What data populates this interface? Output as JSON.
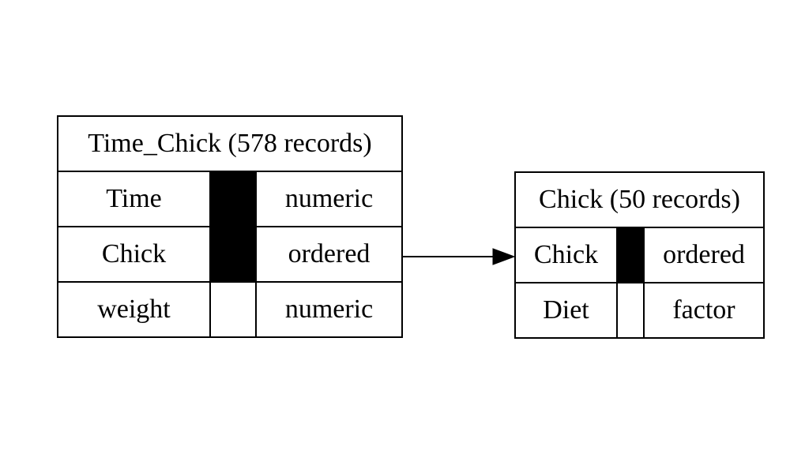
{
  "tables": [
    {
      "id": "time-chick",
      "title": "Time_Chick (578 records)",
      "columns": [
        {
          "name": "Time",
          "key": true,
          "type": "numeric"
        },
        {
          "name": "Chick",
          "key": true,
          "type": "ordered"
        },
        {
          "name": "weight",
          "key": false,
          "type": "numeric"
        }
      ]
    },
    {
      "id": "chick",
      "title": "Chick (50 records)",
      "columns": [
        {
          "name": "Chick",
          "key": true,
          "type": "ordered"
        },
        {
          "name": "Diet",
          "key": false,
          "type": "factor"
        }
      ]
    }
  ],
  "relations": [
    {
      "from_table": "Time_Chick",
      "from_column": "Chick",
      "to_table": "Chick",
      "to_column": "Chick"
    }
  ]
}
